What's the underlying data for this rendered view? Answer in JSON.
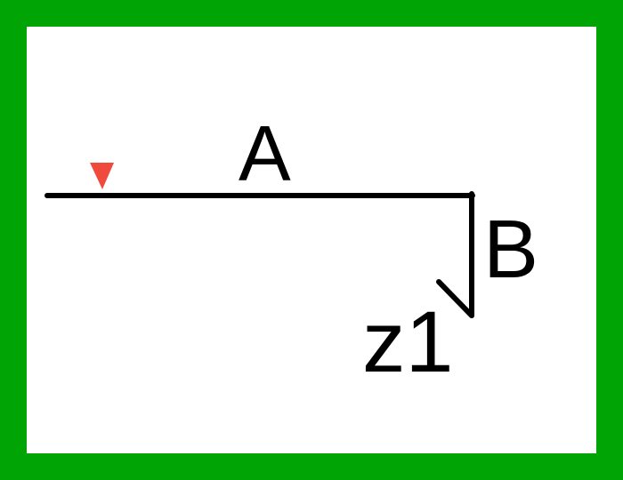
{
  "diagram": {
    "labels": {
      "top_segment": "A",
      "vertical_segment": "B",
      "end_marker": "z1"
    },
    "colors": {
      "frame": "#00a505",
      "background": "#ffffff",
      "line": "#000000",
      "marker": "#f04a3c"
    },
    "icons": {
      "marker": "triangle-down-icon"
    }
  }
}
